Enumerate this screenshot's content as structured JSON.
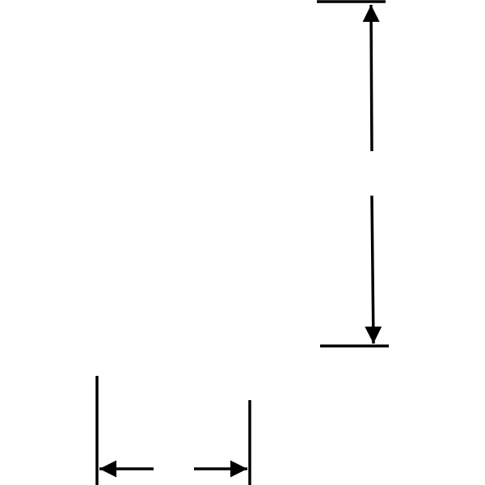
{
  "diagram": {
    "stroke_color": "#000000",
    "background_color": "#ffffff",
    "elements": [
      {
        "kind": "dimension",
        "orientation": "vertical",
        "label": ""
      },
      {
        "kind": "dimension",
        "orientation": "horizontal",
        "label": ""
      }
    ]
  }
}
